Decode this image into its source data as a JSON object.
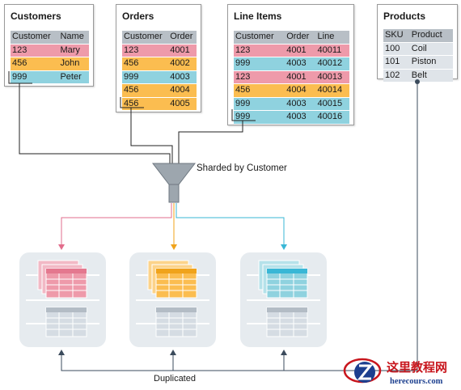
{
  "customers": {
    "title": "Customers",
    "headers": [
      "Customer",
      "Name"
    ],
    "rows": [
      {
        "cells": [
          "123",
          "Mary"
        ],
        "color": "pink"
      },
      {
        "cells": [
          "456",
          "John"
        ],
        "color": "orange"
      },
      {
        "cells": [
          "999",
          "Peter"
        ],
        "color": "blue"
      }
    ]
  },
  "orders": {
    "title": "Orders",
    "headers": [
      "Customer",
      "Order"
    ],
    "rows": [
      {
        "cells": [
          "123",
          "4001"
        ],
        "color": "pink"
      },
      {
        "cells": [
          "456",
          "4002"
        ],
        "color": "orange"
      },
      {
        "cells": [
          "999",
          "4003"
        ],
        "color": "blue"
      },
      {
        "cells": [
          "456",
          "4004"
        ],
        "color": "orange"
      },
      {
        "cells": [
          "456",
          "4005"
        ],
        "color": "orange"
      }
    ]
  },
  "line_items": {
    "title": "Line Items",
    "headers": [
      "Customer",
      "Order",
      "Line"
    ],
    "rows": [
      {
        "cells": [
          "123",
          "4001",
          "40011"
        ],
        "color": "pink"
      },
      {
        "cells": [
          "999",
          "4003",
          "40012"
        ],
        "color": "blue"
      },
      {
        "cells": [
          "123",
          "4001",
          "40013"
        ],
        "color": "pink"
      },
      {
        "cells": [
          "456",
          "4004",
          "40014"
        ],
        "color": "orange"
      },
      {
        "cells": [
          "999",
          "4003",
          "40015"
        ],
        "color": "blue"
      },
      {
        "cells": [
          "999",
          "4003",
          "40016"
        ],
        "color": "blue"
      }
    ]
  },
  "products": {
    "title": "Products",
    "headers": [
      "SKU",
      "Product"
    ],
    "rows": [
      {
        "cells": [
          "100",
          "Coil"
        ],
        "color": "gray"
      },
      {
        "cells": [
          "101",
          "Piston"
        ],
        "color": "gray"
      },
      {
        "cells": [
          "102",
          "Belt"
        ],
        "color": "gray"
      }
    ]
  },
  "funnel_label": "Sharded by Customer",
  "duplicated_label": "Duplicated",
  "colors": {
    "pink": "#ee9aaa",
    "orange": "#fbbd50",
    "blue": "#8fd2df",
    "gray_row": "#dfe4e9",
    "header": "#b8bfc6",
    "pink_line": "#e26d8c",
    "orange_line": "#f0a31b",
    "blue_line": "#39b7d6",
    "connector": "#222222",
    "dup_line": "#3b4b5c"
  },
  "watermark": {
    "text": "这里教程网",
    "sub": "herecours.com"
  }
}
